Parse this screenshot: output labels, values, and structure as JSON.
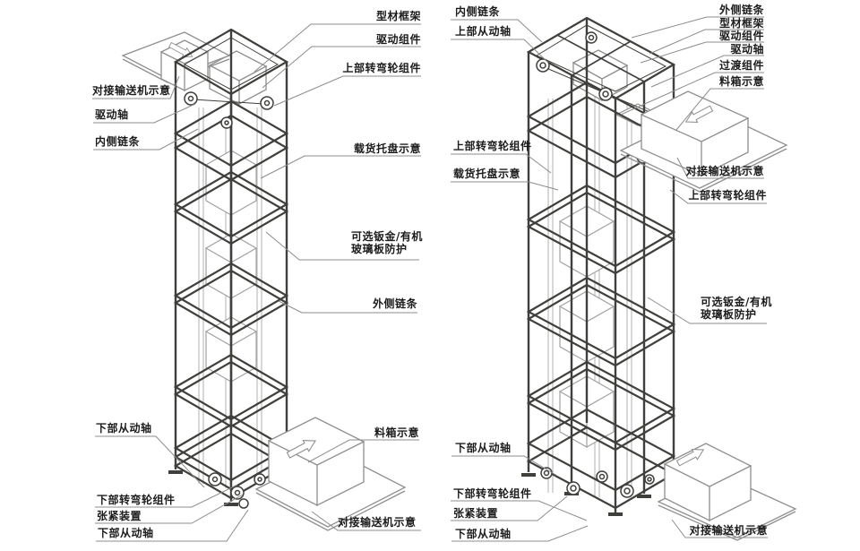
{
  "colors": {
    "background": "#ffffff",
    "frame": "#3f3f3c",
    "guide": "#bdbdbd",
    "light_part": "#8f8f8f",
    "tray": "#a2a2a2",
    "leader": "#8c8c8c",
    "text": "#1c1c1c"
  },
  "labels": {
    "left": {
      "profile_frame": "型材框架",
      "drive_assembly": "驱动组件",
      "upper_turn_assembly": "上部转弯轮组件",
      "docking_conveyor_top": "对接输送机示意",
      "drive_shaft": "驱动轴",
      "inner_chain": "内侧链条",
      "cargo_tray": "载货托盘示意",
      "guard_line1": "可选钣金/有机",
      "guard_line2": "玻璃板防护",
      "outer_chain": "外侧链条",
      "lower_driven_shaft_1": "下部从动轴",
      "material_box": "料箱示意",
      "lower_turn_assembly": "下部转弯轮组件",
      "tensioner": "张紧装置",
      "lower_driven_shaft_2": "下部从动轴",
      "docking_conveyor_bottom": "对接输送机示意"
    },
    "right": {
      "inner_chain": "内侧链条",
      "upper_driven_shaft": "上部从动轴",
      "outer_chain": "外侧链条",
      "profile_frame": "型材框架",
      "drive_assembly": "驱动组件",
      "drive_shaft": "驱动轴",
      "transition_assembly": "过渡组件",
      "material_box_top": "料箱示意",
      "upper_turn_assembly_left": "上部转弯轮组件",
      "cargo_tray": "载货托盘示意",
      "docking_conveyor_top": "对接输送机示意",
      "upper_turn_assembly_right": "上部转弯轮组件",
      "guard_line1": "可选钣金/有机",
      "guard_line2": "玻璃板防护",
      "lower_driven_shaft_1": "下部从动轴",
      "lower_turn_assembly": "下部转弯轮组件",
      "tensioner": "张紧装置",
      "lower_driven_shaft_2": "下部从动轴",
      "docking_conveyor_bottom": "对接输送机示意"
    }
  }
}
